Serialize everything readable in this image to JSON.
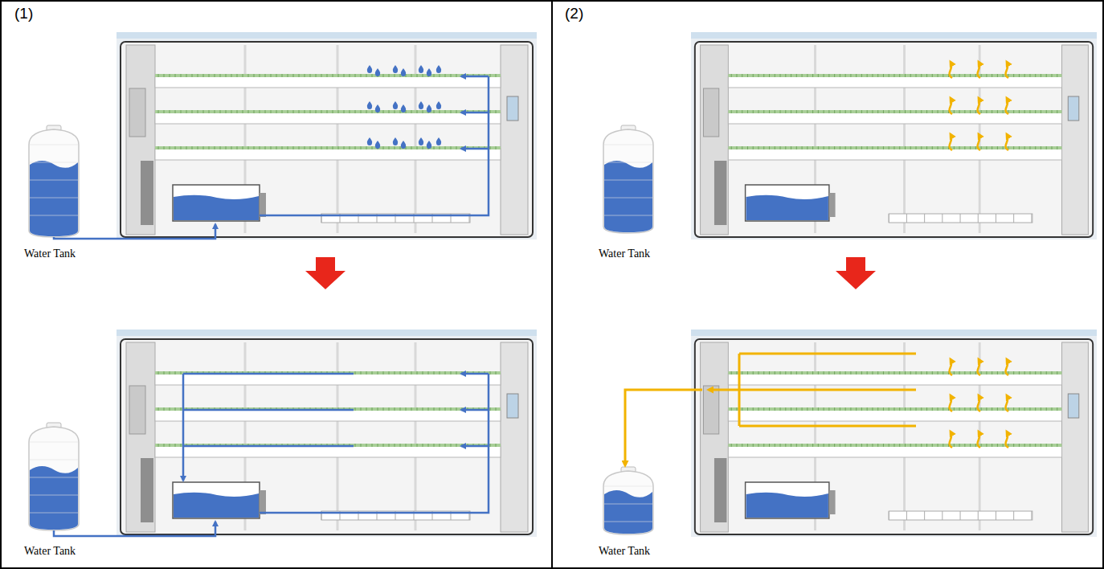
{
  "diagram": {
    "labels": [
      "(1)",
      "Water Tank",
      "Water Tank",
      "(2)",
      "Water Tank",
      "Water Tank"
    ]
  }
}
